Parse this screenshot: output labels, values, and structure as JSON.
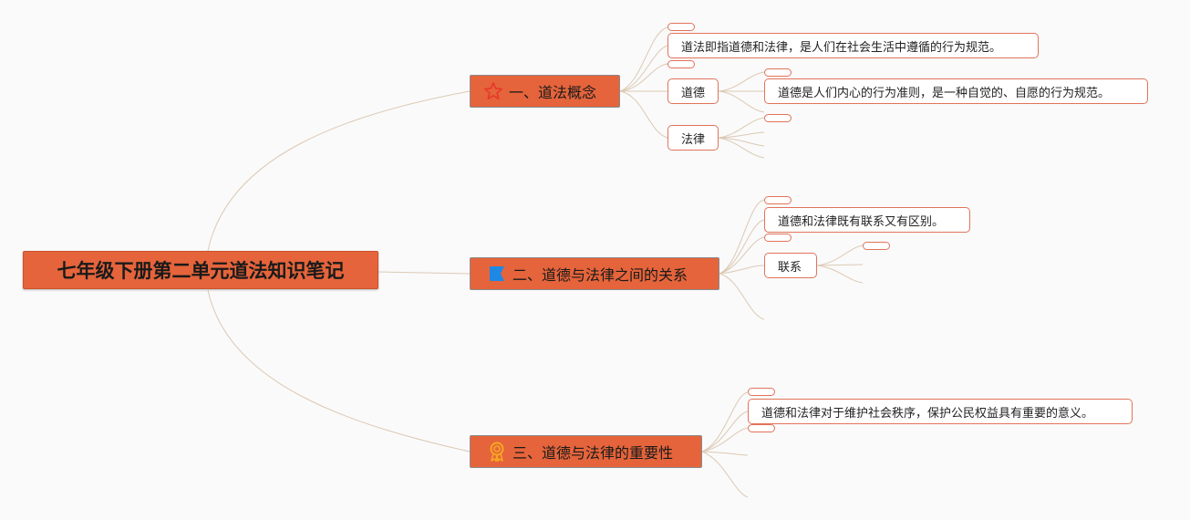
{
  "root": {
    "title": "七年级下册第二单元道法知识笔记"
  },
  "branches": [
    {
      "label": "一、道法概念",
      "icon": "star-icon",
      "children": [
        {
          "label": "道法即指道德和法律，是人们在社会生活中遵循的行为规范。"
        },
        {
          "label": "道德",
          "children": [
            {
              "label": "道德是人们内心的行为准则，是一种自觉的、自愿的行为规范。"
            }
          ]
        },
        {
          "label": "法律"
        }
      ]
    },
    {
      "label": "二、道德与法律之间的关系",
      "icon": "flag-icon",
      "children": [
        {
          "label": "道德和法律既有联系又有区别。"
        },
        {
          "label": "联系"
        }
      ]
    },
    {
      "label": "三、道德与法律的重要性",
      "icon": "award-ribbon-icon",
      "children": [
        {
          "label": "道德和法律对于维护社会秩序，保护公民权益具有重要的意义。"
        }
      ]
    }
  ],
  "colors": {
    "branch_fill": "#e5643b",
    "leaf_border": "#e1735a",
    "connector": "#dcc9b4",
    "star_icon": "#e8382b",
    "flag_icon": "#1e88e5",
    "award_icon": "#f5a623"
  }
}
